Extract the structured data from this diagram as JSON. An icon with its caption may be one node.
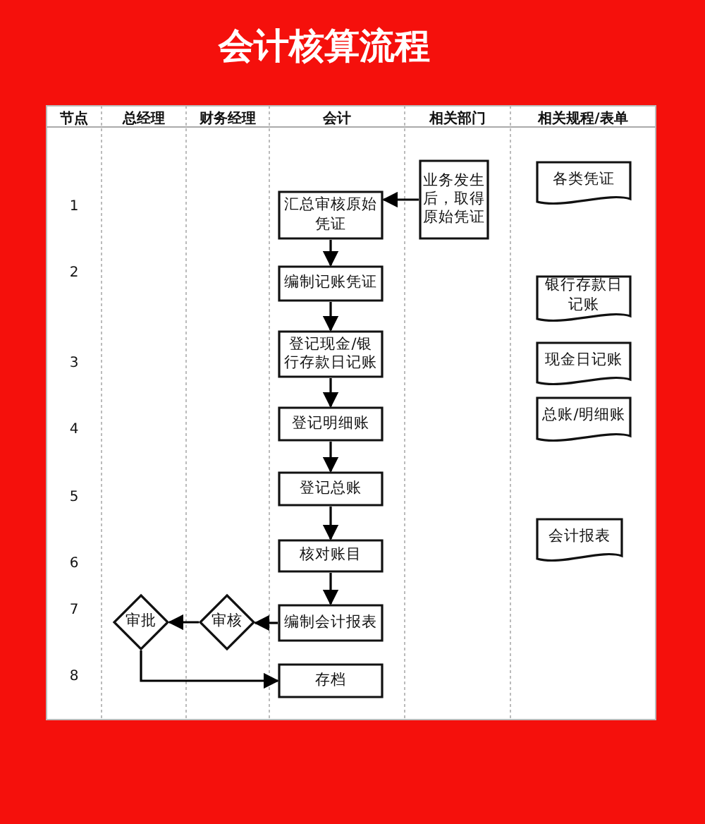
{
  "diagram": {
    "title": "会计核算流程",
    "nodes": [
      {
        "text": [
          "汇总审核原始凭证"
        ]
      },
      {
        "text": [
          "业务发生后，取得原始凭证"
        ]
      },
      {
        "text": [
          "编制记账凭证"
        ]
      },
      {
        "text": [
          "登记现金/银行存款日记账"
        ]
      },
      {
        "text": [
          "登记明细账"
        ]
      },
      {
        "text": [
          "登记总账"
        ]
      },
      {
        "text": [
          "核对账目"
        ]
      },
      {
        "text": [
          "编制会计报表"
        ]
      },
      {
        "text": [
          "审核"
        ]
      },
      {
        "text": [
          "审批"
        ]
      },
      {
        "text": [
          "存档"
        ]
      },
      {
        "text": [
          "各类凭证"
        ]
      },
      {
        "text": [
          "银行存款日记账"
        ]
      },
      {
        "text": [
          "现金日记账"
        ]
      },
      {
        "text": [
          "总账/明细账"
        ]
      },
      {
        "text": [
          "会计报表"
        ]
      }
    ],
    "edges": [
      {
        "from": 1,
        "to": 0,
        "arrow": "to"
      },
      {
        "from": 0,
        "to": 2,
        "arrow": "to"
      },
      {
        "from": 2,
        "to": 3,
        "arrow": "to"
      },
      {
        "from": 3,
        "to": 4,
        "arrow": "to"
      },
      {
        "from": 4,
        "to": 5,
        "arrow": "to"
      },
      {
        "from": 5,
        "to": 6,
        "arrow": "to"
      },
      {
        "from": 6,
        "to": 7,
        "arrow": "to"
      },
      {
        "from": 7,
        "to": 8,
        "arrow": "to"
      },
      {
        "from": 8,
        "to": 9,
        "arrow": "to"
      },
      {
        "from": 9,
        "to": 10,
        "arrow": "to"
      }
    ],
    "labels": [
      "节点",
      "总经理",
      "财务经理",
      "会计",
      "相关部门",
      "相关规程/表单",
      "1",
      "2",
      "3",
      "4",
      "5",
      "6",
      "7",
      "8"
    ]
  }
}
